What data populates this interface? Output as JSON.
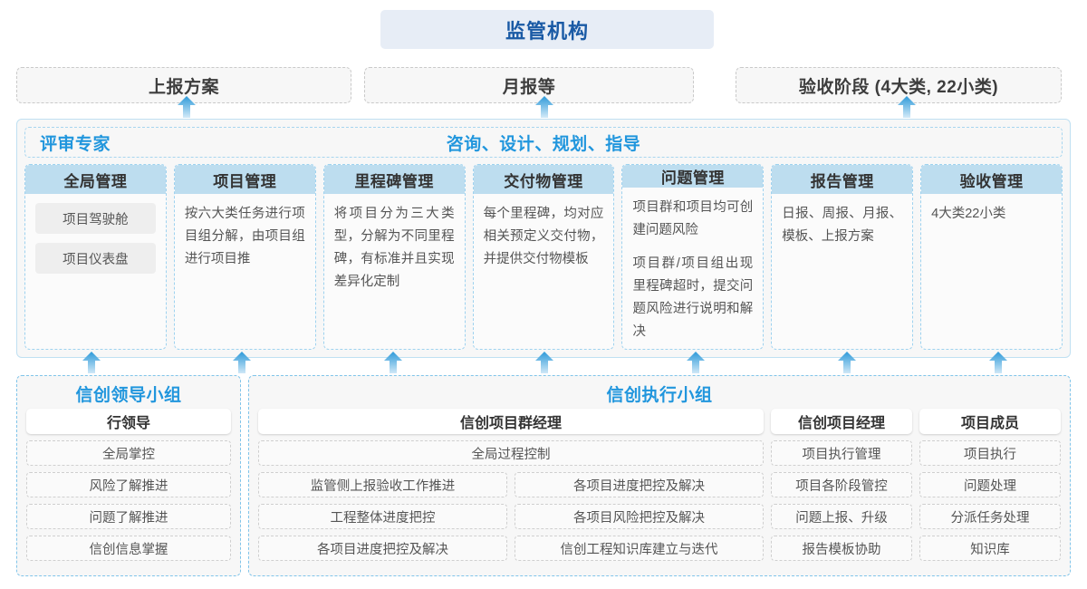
{
  "top": {
    "regulator_title": "监管机构"
  },
  "reports": [
    {
      "label": "上报方案"
    },
    {
      "label": "月报等"
    },
    {
      "label": "验收阶段 (4大类, 22小类)"
    }
  ],
  "capability": {
    "title_left": "评审专家",
    "title_center": "咨询、设计、规划、指导",
    "columns": [
      {
        "head": "全局管理",
        "pills": [
          "项目驾驶舱",
          "项目仪表盘"
        ],
        "paras": []
      },
      {
        "head": "项目管理",
        "pills": [],
        "paras": [
          "按六大类任务进行项目组分解，由项目组进行项目推"
        ]
      },
      {
        "head": "里程碑管理",
        "pills": [],
        "paras": [
          "将项目分为三大类型，分解为不同里程碑，有标准并且实现差异化定制"
        ]
      },
      {
        "head": "交付物管理",
        "pills": [],
        "paras": [
          "每个里程碑，均对应相关预定义交付物，并提供交付物模板"
        ]
      },
      {
        "head": "问题管理",
        "pills": [],
        "paras": [
          "项目群和项目均可创建问题风险",
          "项目群/项目组出现里程碑超时，提交问题风险进行说明和解决"
        ]
      },
      {
        "head": "报告管理",
        "pills": [],
        "paras": [
          "日报、周报、月报、模板、上报方案"
        ]
      },
      {
        "head": "验收管理",
        "pills": [],
        "paras": [
          "4大类22小类"
        ]
      }
    ]
  },
  "teams": {
    "leadership": {
      "title": "信创领导小组",
      "role_head": "行领导",
      "items": [
        "全局掌控",
        "风险了解推进",
        "问题了解推进",
        "信创信息掌握"
      ]
    },
    "execution": {
      "title": "信创执行小组",
      "program_manager": {
        "head": "信创项目群经理",
        "wide_item": "全局过程控制",
        "rows": [
          [
            "监管侧上报验收工作推进",
            "各项目进度把控及解决"
          ],
          [
            "工程整体进度把控",
            "各项目风险把控及解决"
          ],
          [
            "各项目进度把控及解决",
            "信创工程知识库建立与迭代"
          ]
        ]
      },
      "project_manager": {
        "head": "信创项目经理",
        "items": [
          "项目执行管理",
          "项目各阶段管控",
          "问题上报、升级",
          "报告模板协助"
        ]
      },
      "project_member": {
        "head": "项目成员",
        "items": [
          "项目执行",
          "问题处理",
          "分派任务处理",
          "知识库"
        ]
      }
    }
  },
  "colors": {
    "header_bg": "#e7edf6",
    "header_text": "#1a5aa5",
    "accent_blue": "#2196dd",
    "col_head_bg": "#bdddef",
    "arrow_top": "#2e9ad9",
    "arrow_bottom": "#cfe8f7",
    "panel_bg": "#f7f7f7"
  },
  "arrows": {
    "upper_x": [
      205,
      600,
      1000
    ],
    "lower_x": [
      100,
      265,
      432,
      600,
      767,
      934,
      1100
    ]
  }
}
